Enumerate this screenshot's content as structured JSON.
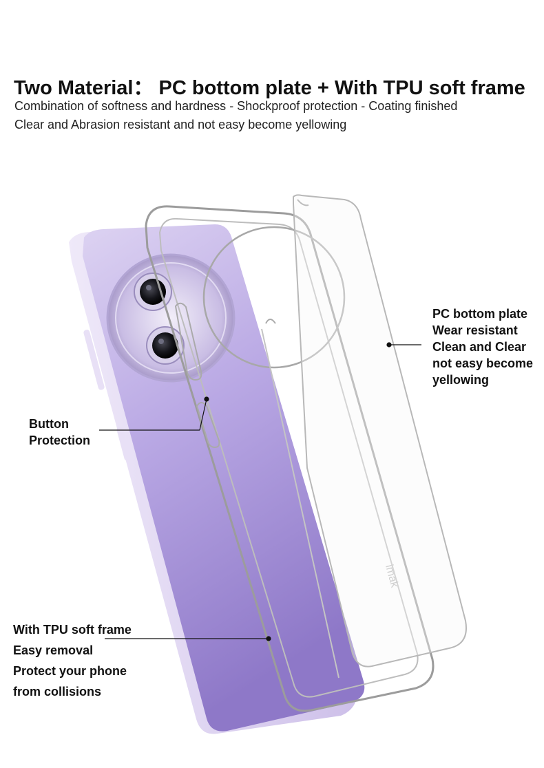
{
  "header": {
    "title": "Two Material： PC bottom plate + With TPU soft frame",
    "line1": "Combination of softness and hardness - Shockproof protection - Coating finished",
    "line2": "Clear and Abrasion resistant and not easy become yellowing"
  },
  "callouts": {
    "pc_plate": [
      "PC bottom plate",
      "Wear resistant",
      "Clean and Clear",
      "not easy become",
      "yellowing"
    ],
    "button": [
      "Button",
      "Protection"
    ],
    "tpu_frame": [
      "With TPU soft frame",
      "Easy removal",
      "Protect your phone",
      "from collisions"
    ]
  },
  "colors": {
    "phone_lilac": "#c8b8e8",
    "phone_violet": "#8e78c8",
    "text": "#111111"
  },
  "brand_mark": "imak"
}
